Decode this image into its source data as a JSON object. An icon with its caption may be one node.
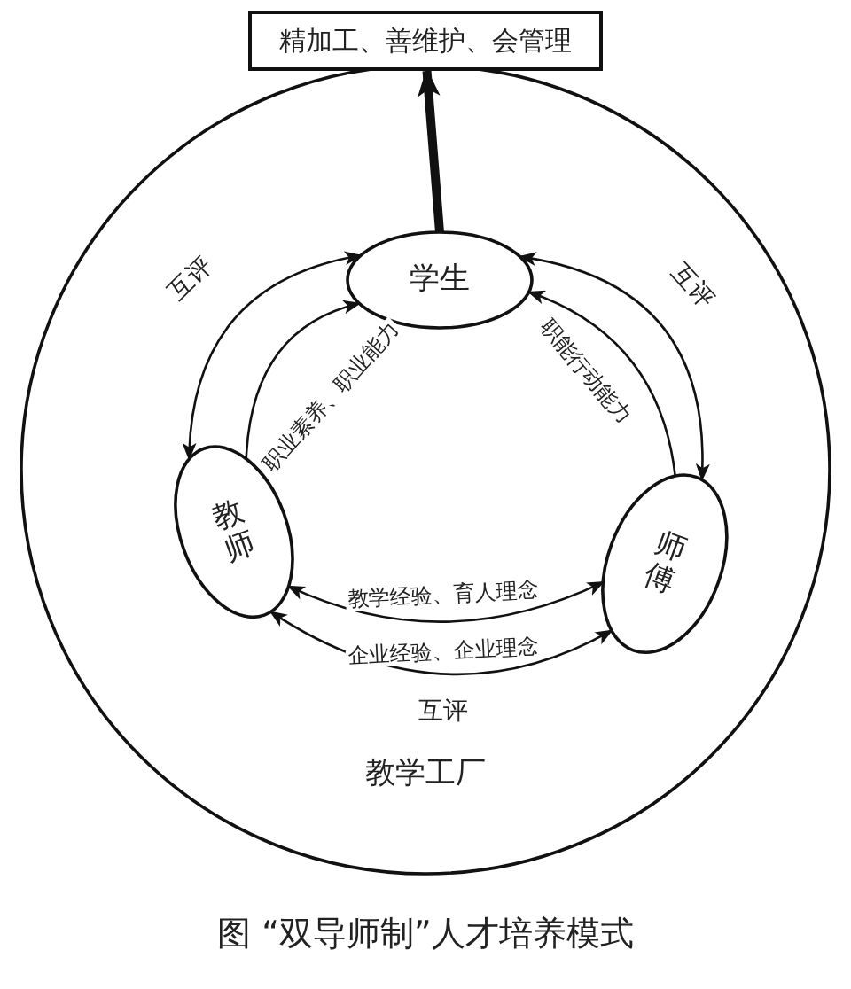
{
  "diagram": {
    "caption": "图 “双导师制”人才培养模式",
    "nodes": [
      {
        "text": [
          "教学工厂"
        ]
      },
      {
        "text": [
          "精加工、善维护、会管理"
        ]
      },
      {
        "text": [
          "学生"
        ],
        "in": 0
      },
      {
        "text": [
          "教师"
        ],
        "in": 0
      },
      {
        "text": [
          "师傅"
        ],
        "in": 0
      }
    ],
    "edges": [
      {
        "from": 2,
        "to": 1,
        "arrow": "to",
        "style": "thick"
      },
      {
        "from": 3,
        "to": 2,
        "arrow": "both",
        "label": "互评"
      },
      {
        "from": 3,
        "to": 2,
        "arrow": "to",
        "label": "职业素养、职业能力"
      },
      {
        "from": 4,
        "to": 2,
        "arrow": "both",
        "label": "互评"
      },
      {
        "from": 4,
        "to": 2,
        "arrow": "to",
        "label": "职能行动能力"
      },
      {
        "from": 3,
        "to": 4,
        "arrow": "both",
        "label": "教学经验、育人理念"
      },
      {
        "from": 3,
        "to": 4,
        "arrow": "both",
        "label": "企业经验、企业理念"
      }
    ],
    "labels": [
      "互评"
    ]
  }
}
